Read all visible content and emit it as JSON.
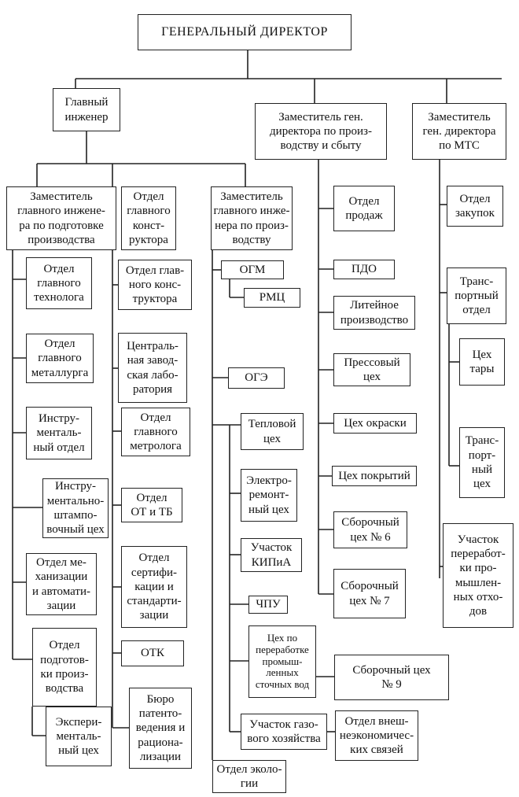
{
  "org": {
    "ceo": "ГЕНЕРАЛЬНЫЙ ДИРЕКТОР",
    "chief_engineer": "Главный\nинженер",
    "deputy_production_sales": "Заместитель ген.\nдиректора по произ-\nводству и сбыту",
    "deputy_mts": "Заместитель\nген. директора\nпо МТС",
    "deputy_prep": "Заместитель\nглавного инжене-\nра по подготовке\nпроизводства",
    "dept_chief_designer_top": "Отдел\nглавного\nконст-\nруктора",
    "deputy_production": "Заместитель\nглавного инже-\nнера по произ-\nводству",
    "col1": [
      "Отдел\nглавного\nтехнолога",
      "Отдел\nглавного\nметаллурга",
      "Инстру-\nменталь-\nный отдел",
      "Инстру-\nментально-\nштампо-\nвочный цех",
      "Отдел ме-\nханизации\nи автомати-\nзации",
      "Отдел\nподготов-\nки произ-\nводства",
      "Экспери-\nменталь-\nный цех"
    ],
    "col2": [
      "Отдел глав-\nного конс-\nтруктора",
      "Централь-\nная завод-\nская лабо-\nратория",
      "Отдел\nглавного\nметролога",
      "Отдел\nОТ и ТБ",
      "Отдел\nсертифи-\nкации и\nстандарти-\nзации",
      "ОТК",
      "Бюро\nпатенто-\nведения и\nрациона-\nлизации"
    ],
    "col3": {
      "ogm": "ОГМ",
      "rmc": "РМЦ",
      "oge": "ОГЭ",
      "heat": "Тепловой\nцех",
      "electro": "Электро-\nремонт-\nный цех",
      "kip": "Участок\nКИПиА",
      "chpu": "ЧПУ",
      "wastewater": "Цех по\nпереработке\nпромыш-\nленных\nсточных вод",
      "gas": "Участок газо-\nвого хозяйства",
      "foreign": "Отдел внеш-\nнеэкономичес-\nких связей",
      "ecology": "Отдел эколо-\nгии",
      "assembly9": "Сборочный цех\n№ 9"
    },
    "col4": [
      "Отдел\nпродаж",
      "ПДО",
      "Литейное\nпроизводство",
      "Прессовый\nцех",
      "Цех окраски",
      "Цех покрытий",
      "Сборочный\nцех № 6",
      "Сборочный\nцех № 7"
    ],
    "col5": [
      "Отдел\nзакупок",
      "Транс-\nпортный\nотдел",
      "Цех\nтары",
      "Транс-\nпорт-\nный\nцех",
      "Участок\nпереработ-\nки про-\nмышлен-\nных отхо-\nдов"
    ]
  }
}
